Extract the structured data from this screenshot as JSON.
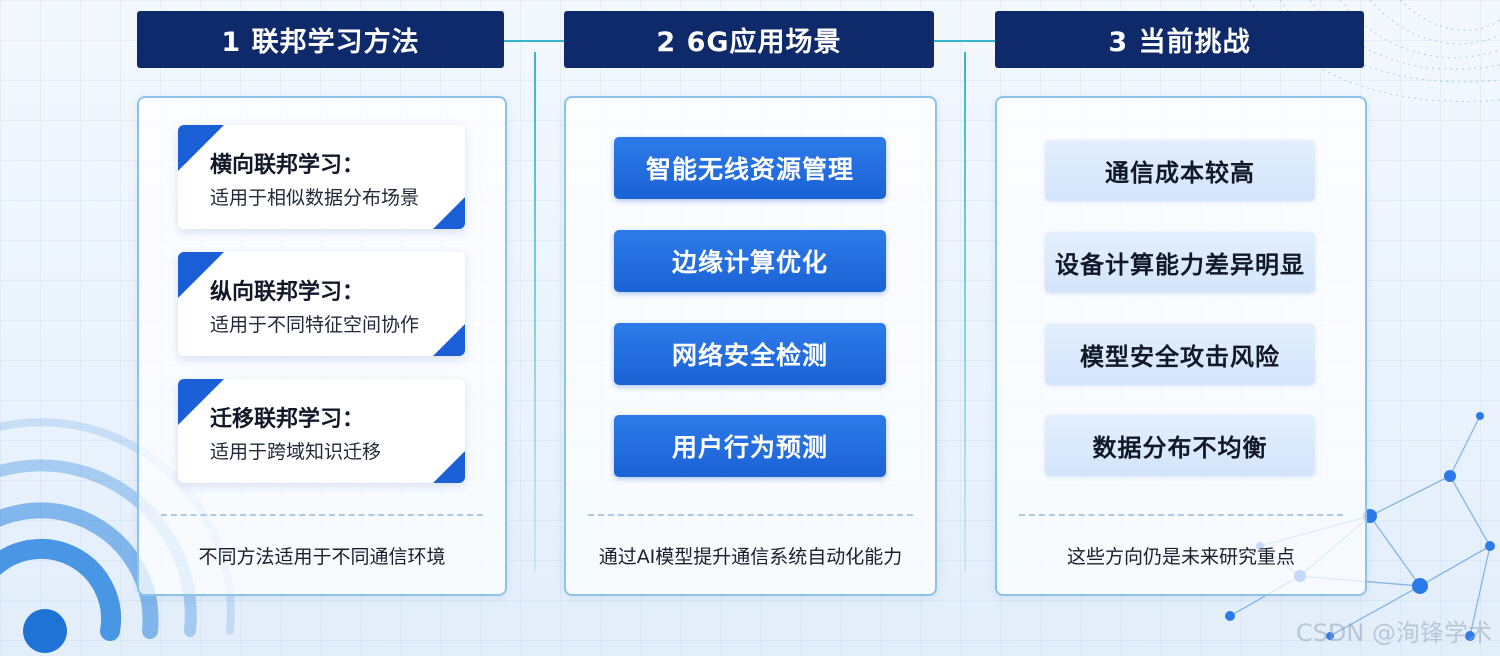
{
  "columns": [
    {
      "title": "1 联邦学习方法",
      "cards": [
        {
          "title": "横向联邦学习：",
          "desc": "适用于相似数据分布场景"
        },
        {
          "title": "纵向联邦学习：",
          "desc": "适用于不同特征空间协作"
        },
        {
          "title": "迁移联邦学习：",
          "desc": "适用于跨域知识迁移"
        }
      ],
      "footer": "不同方法适用于不同通信环境"
    },
    {
      "title": "2 6G应用场景",
      "items": [
        "智能无线资源管理",
        "边缘计算优化",
        "网络安全检测",
        "用户行为预测"
      ],
      "footer": "通过AI模型提升通信系统自动化能力"
    },
    {
      "title": "3 当前挑战",
      "items": [
        "通信成本较高",
        "设备计算能力差异明显",
        "模型安全攻击风险",
        "数据分布不均衡"
      ],
      "footer": "这些方向仍是未来研究重点"
    }
  ],
  "watermark": "CSDN @洵锋学术",
  "colors": {
    "header_bg": "#0f2a6b",
    "app_button": "#1b62d4",
    "challenge_button": "#d9e8fc",
    "connector": "#35b6c8",
    "panel_border": "#8ec3e8"
  }
}
